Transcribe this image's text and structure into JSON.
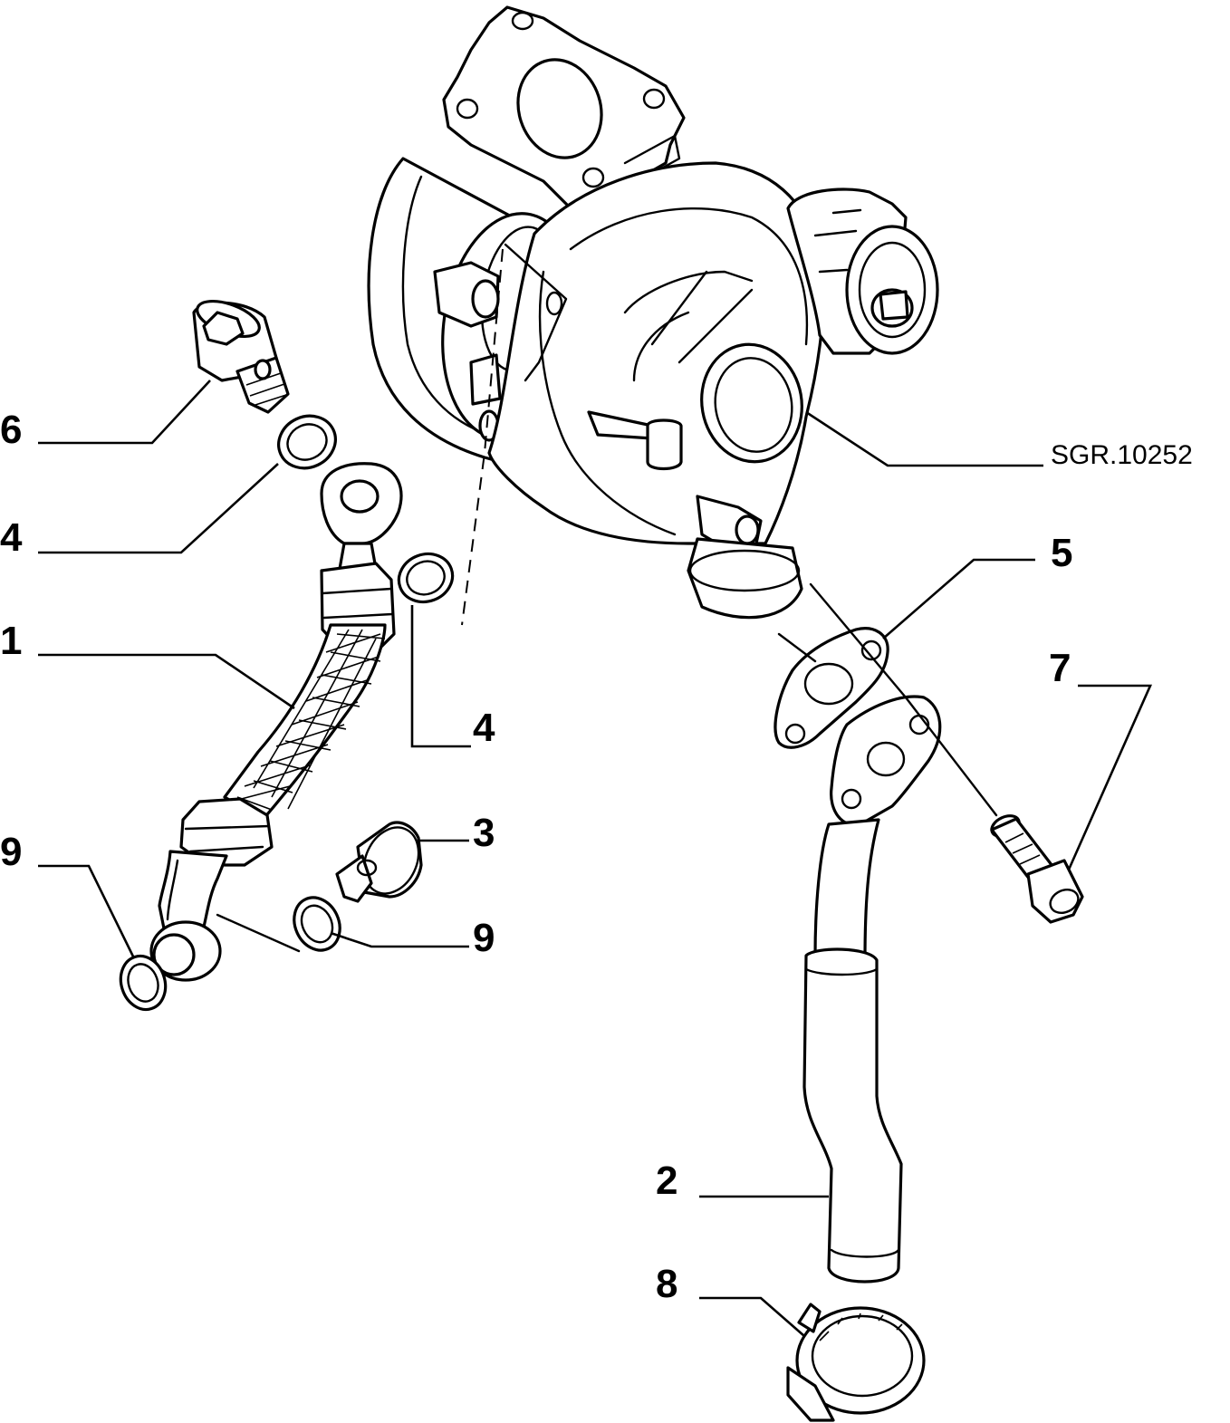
{
  "diagram": {
    "reference_code": "SGR.10252",
    "callouts": [
      {
        "id": "callout-6",
        "label": "6"
      },
      {
        "id": "callout-4-upper",
        "label": "4"
      },
      {
        "id": "callout-1",
        "label": "1"
      },
      {
        "id": "callout-4-lower",
        "label": "4"
      },
      {
        "id": "callout-9-left",
        "label": "9"
      },
      {
        "id": "callout-3",
        "label": "3"
      },
      {
        "id": "callout-9-right",
        "label": "9"
      },
      {
        "id": "callout-5",
        "label": "5"
      },
      {
        "id": "callout-7",
        "label": "7"
      },
      {
        "id": "callout-2",
        "label": "2"
      },
      {
        "id": "callout-8",
        "label": "8"
      }
    ]
  }
}
